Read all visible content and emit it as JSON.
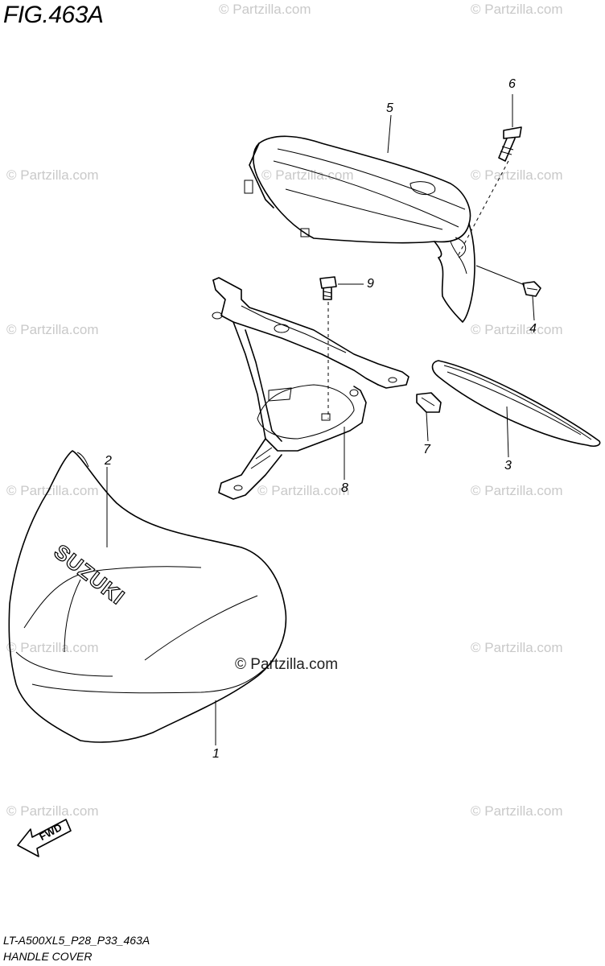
{
  "figure": {
    "title": "FIG.463A",
    "code": "LT-A500XL5_P28_P33_463A",
    "name": "HANDLE COVER"
  },
  "brand_text": "SUZUKI",
  "fwd_label": "FWD",
  "watermark": "© Partzilla.com",
  "callouts": [
    "1",
    "2",
    "3",
    "4",
    "5",
    "6",
    "7",
    "8",
    "9"
  ]
}
